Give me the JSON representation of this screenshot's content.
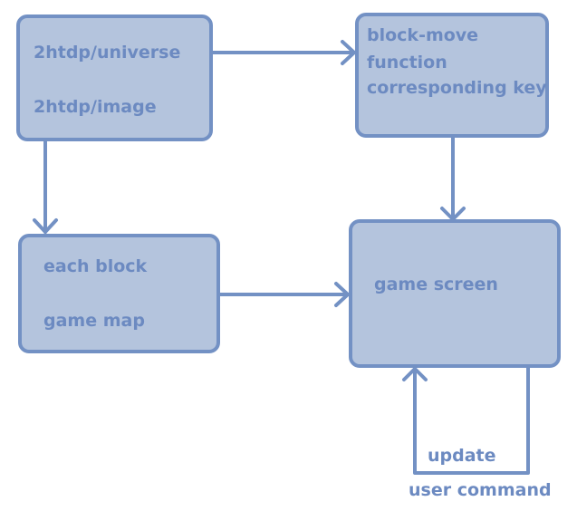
{
  "nodes": {
    "libraries": {
      "line1": "2htdp/universe",
      "line2": "2htdp/image"
    },
    "block_move": {
      "line1": "block-move",
      "line2": "function",
      "line3": "corresponding key"
    },
    "blocks": {
      "line1": "each block",
      "line2": "game map"
    },
    "game_screen": {
      "line1": "game screen"
    }
  },
  "labels": {
    "update": "update",
    "user_command": "user command"
  },
  "colors": {
    "fill": "#b4c4dd",
    "stroke": "#7391c4",
    "text": "#6c8ac1"
  }
}
